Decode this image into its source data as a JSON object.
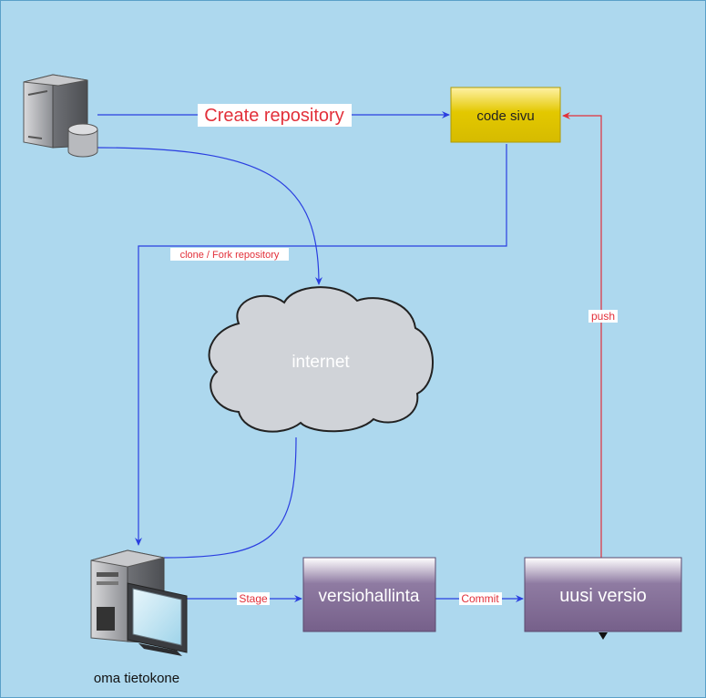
{
  "diagram": {
    "background": "#add8ee",
    "nodes": {
      "code_sivu": {
        "label": "code sivu",
        "color": "#e3c800"
      },
      "internet": {
        "label": "internet",
        "color": "#d0d3d8"
      },
      "versiohallinta": {
        "label": "versiohallinta",
        "color": "#76608a"
      },
      "uusi_versio": {
        "label": "uusi versio",
        "color": "#76608a"
      },
      "oma_tietokone": {
        "label": "oma tietokone"
      }
    },
    "edges": {
      "create": {
        "label": "Create repository",
        "color": "#2a3ee0"
      },
      "clone": {
        "label": "clone / Fork repository",
        "color": "#2a3ee0"
      },
      "stage": {
        "label": "Stage",
        "color": "#2a3ee0"
      },
      "commit": {
        "label": "Commit",
        "color": "#2a3ee0"
      },
      "push": {
        "label": "push",
        "color": "#e2303a"
      }
    },
    "icons": [
      "server-icon",
      "cloud-icon",
      "computer-icon"
    ]
  }
}
